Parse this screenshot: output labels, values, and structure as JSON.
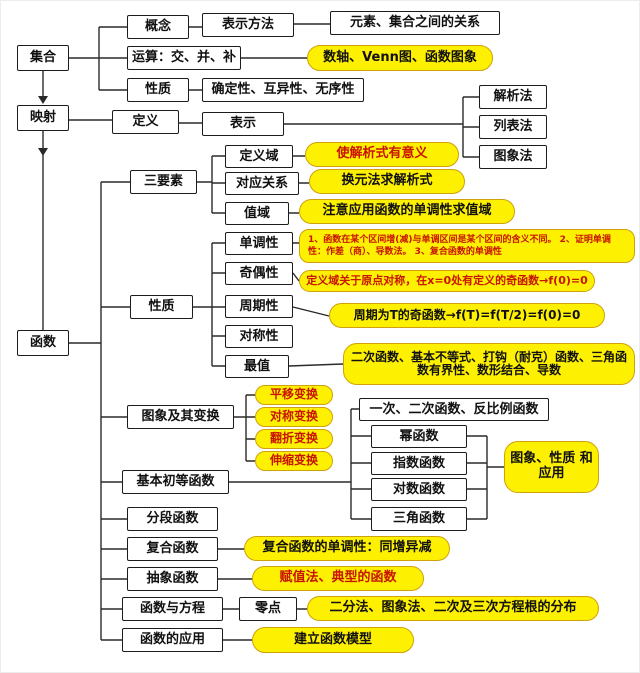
{
  "left_column": {
    "set": "集合",
    "mapping": "映射",
    "function": "函数"
  },
  "set_branch": {
    "concept": "概念",
    "method": "表示方法",
    "relation": "元素、集合之间的关系",
    "operation": "运算：交、并、补",
    "operation_note": "数轴、Venn图、函数图象",
    "property": "性质",
    "property_note": "确定性、互异性、无序性"
  },
  "mapping_branch": {
    "definition": "定义",
    "express": "表示",
    "analytic": "解析法",
    "table": "列表法",
    "graph": "图象法"
  },
  "function_branch": {
    "three_elements": "三要素",
    "domain": "定义域",
    "domain_note": "使解析式有意义",
    "correspondence": "对应关系",
    "correspondence_note": "换元法求解析式",
    "range": "值域",
    "range_note": "注意应用函数的单调性求值域",
    "property": "性质",
    "monotonicity": "单调性",
    "monotonicity_note": "1、函数在某个区间增(减)与单调区间是某个区间的含义不同。 2、证明单调性：作差（商）、导数法。 3、复合函数的单调性",
    "parity": "奇偶性",
    "parity_note": "定义域关于原点对称，在x=0处有定义的奇函数→f(0)=0",
    "periodicity": "周期性",
    "periodicity_note": "周期为T的奇函数→f(T)=f(T/2)=f(0)=0",
    "symmetry": "对称性",
    "extremum": "最值",
    "extremum_note": "二次函数、基本不等式、打钩（耐克）函数、三角函数有界性、数形结合、导数",
    "transform": "图象及其变换",
    "translate": "平移变换",
    "symmetric": "对称变换",
    "fold": "翻折变换",
    "scale": "伸缩变换",
    "basic": "基本初等函数",
    "linear_quadratic": "一次、二次函数、反比例函数",
    "power": "幂函数",
    "exponential": "指数函数",
    "logarithm": "对数函数",
    "trigonometric": "三角函数",
    "basic_note": "图象、性质 和应用",
    "piecewise": "分段函数",
    "composite": "复合函数",
    "composite_note": "复合函数的单调性：同增异减",
    "abstract": "抽象函数",
    "abstract_note": "赋值法、典型的函数",
    "equation": "函数与方程",
    "zero": "零点",
    "zero_note": "二分法、图象法、二次及三次方程根的分布",
    "application": "函数的应用",
    "application_note": "建立函数模型"
  }
}
